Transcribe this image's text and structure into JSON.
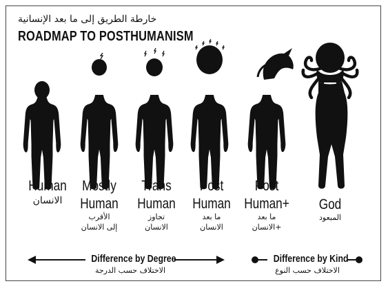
{
  "title_ar": "خارطة الطريق إلى ما بعد الإنسانية",
  "title_en": "ROADMAP TO POSTHUMANISM",
  "stages": [
    {
      "en": "Human",
      "ar_lines": [
        "الانسان"
      ],
      "figure": "human-silhouette-icon"
    },
    {
      "en_lines": [
        "Mostly",
        "Human"
      ],
      "ar_lines": [
        "الأقرب",
        "إلى الانسان"
      ],
      "figure": "mostly-human-silhouette-icon"
    },
    {
      "en_lines": [
        "Trans",
        "Human"
      ],
      "ar_lines": [
        "تجاوز",
        "الانسان"
      ],
      "figure": "trans-human-silhouette-icon"
    },
    {
      "en_lines": [
        "Post",
        "Human"
      ],
      "ar_lines": [
        "ما بعد",
        "الانسان"
      ],
      "figure": "post-human-silhouette-icon"
    },
    {
      "en_lines": [
        "Post",
        "Human+"
      ],
      "ar_lines": [
        "ما بعد",
        "الانسان+"
      ],
      "figure": "unicorn-head-silhouette-icon"
    },
    {
      "en": "God",
      "ar_lines": [
        "المبعود"
      ],
      "figure": "octopus-god-silhouette-icon"
    }
  ],
  "degree": {
    "en": "Difference by Degree",
    "ar": "الاختلاف حسب الدرجة"
  },
  "kind": {
    "en": "Difference by Kind",
    "ar": "الاختلاف حسب النوع"
  },
  "colors": {
    "ink": "#111111",
    "background": "#ffffff",
    "frame": "#444444"
  }
}
